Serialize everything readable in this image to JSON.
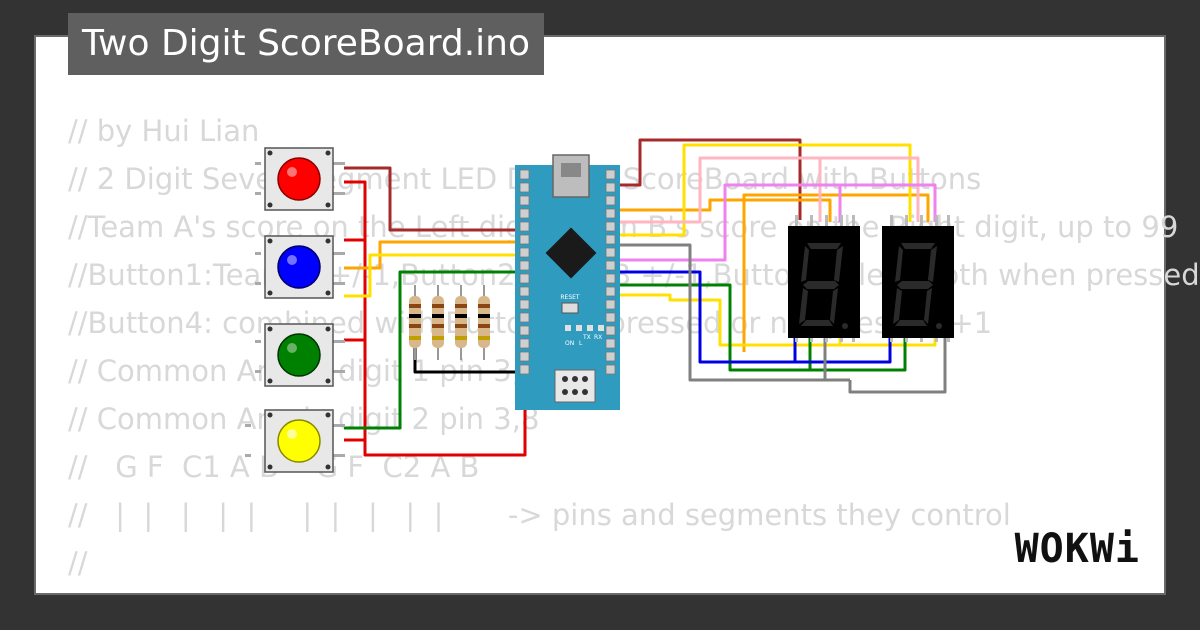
{
  "window": {
    "title": "Two Digit ScoreBoard.ino"
  },
  "code_lines": [
    "// by Hui Lian",
    "// 2 Digit Seven Segment LED Display ScoreBoard with Buttons",
    "//Team A's score on the Left digit, Team B's score on the Right digit, up to 99",
    "//Button1:Team A +/-1,Button2:Team B +/-1,Button3:Clear both when pressed",
    "//Button4: combined with Button1/2, pressed or not pressed +1",
    "// Common Anode digit 1 pin 3,8",
    "// Common Anode digit 2 pin 3,8",
    "",
    "//   G F  C1 A B    G F  C2 A B",
    "//   |  |   |   |  |     |  |   |   |  |       -> pins and segments they control",
    "//"
  ],
  "circuit": {
    "buttons": [
      {
        "name": "button-red",
        "color": "#ff0000"
      },
      {
        "name": "button-blue",
        "color": "#0000ff"
      },
      {
        "name": "button-green",
        "color": "#008000"
      },
      {
        "name": "button-yellow",
        "color": "#ffff00"
      }
    ],
    "arduino": {
      "reset_label": "RESET",
      "led_labels": [
        "TX",
        "RX",
        "ON",
        "L"
      ]
    },
    "wire_colors": {
      "red": "#e00000",
      "brown": "#a52a2a",
      "orange": "#ffa500",
      "yellow": "#ffe000",
      "green": "#008000",
      "blue": "#0000e0",
      "pink": "#ffb6c1",
      "violet": "#ee82ee",
      "gray": "#808080",
      "black": "#000000"
    }
  },
  "brand": {
    "logo": "WOKWi"
  }
}
